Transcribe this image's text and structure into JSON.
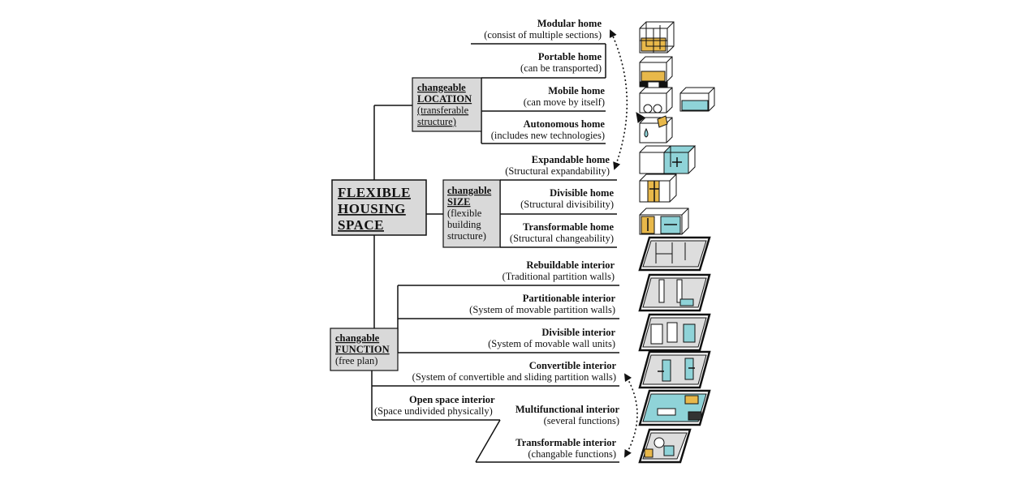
{
  "main_box": {
    "lines": [
      "FLEXIBLE",
      "HOUSING",
      "SPACE"
    ]
  },
  "categories": {
    "location": {
      "label": "changeable",
      "key": "LOCATION",
      "sub": [
        "(transferable",
        "structure)"
      ]
    },
    "size": {
      "label": "changable",
      "key": "SIZE",
      "sub": [
        "(flexible",
        "building",
        "structure)"
      ]
    },
    "function": {
      "label": "changable",
      "key": "FUNCTION",
      "sub": [
        "(free plan)"
      ]
    }
  },
  "items": [
    {
      "title": "Modular home",
      "desc": "(consist of multiple sections)"
    },
    {
      "title": "Portable home",
      "desc": "(can be transported)"
    },
    {
      "title": "Mobile home",
      "desc": "(can move by itself)"
    },
    {
      "title": "Autonomous home",
      "desc": "(includes new technologies)"
    },
    {
      "title": "Expandable home",
      "desc": "(Structural expandability)"
    },
    {
      "title": "Divisible home",
      "desc": "(Structural divisibility)"
    },
    {
      "title": "Transformable home",
      "desc": "(Structural changeability)"
    },
    {
      "title": "Rebuildable interior",
      "desc": "(Traditional partition walls)"
    },
    {
      "title": "Partitionable interior",
      "desc": "(System of movable partition walls)"
    },
    {
      "title": "Divisible interior",
      "desc": "(System of movable wall units)"
    },
    {
      "title": "Convertible interior",
      "desc": "(System of convertible and sliding partition walls)"
    },
    {
      "title": "Open space interior",
      "desc": "(Space undivided physically)"
    },
    {
      "title": "Multifunctional interior",
      "desc": "(several functions)"
    },
    {
      "title": "Transformable interior",
      "desc": "(changable functions)"
    }
  ],
  "colors": {
    "box_fill": "#d9d9d9",
    "accent_yellow": "#e8b84a",
    "accent_cyan": "#8fd3d8",
    "line": "#111111"
  },
  "icons": [
    "modular-cube-icon",
    "portable-cube-icon",
    "mobile-cube-icon",
    "autonomous-cube-icon",
    "expandable-cube-icon",
    "divisible-cube-icon",
    "transformable-cube-icon",
    "rebuildable-room-icon",
    "partitionable-room-icon",
    "divisible-room-icon",
    "convertible-room-icon",
    "multifunctional-room-icon",
    "transformable-room-icon"
  ]
}
